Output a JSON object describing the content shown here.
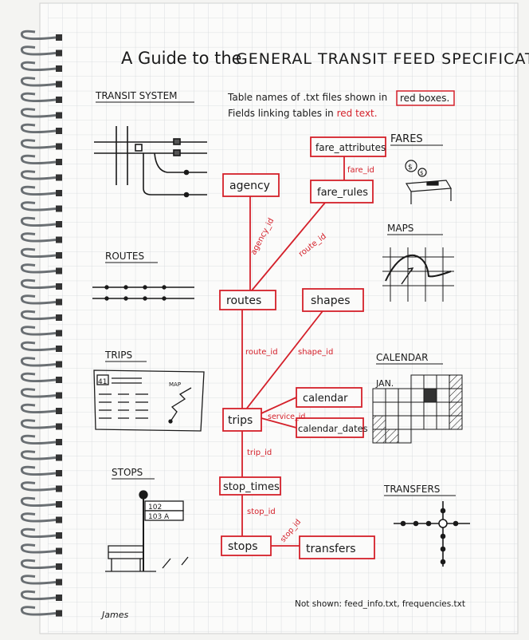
{
  "title": {
    "prefix": "A Guide to the",
    "main": "GENERAL TRANSIT FEED SPECIFICATION"
  },
  "legend": {
    "line1_before": "Table names of .txt files shown in",
    "line1_boxed": "red boxes.",
    "line2_before": "Fields linking tables in",
    "line2_red": "red text."
  },
  "sections": {
    "transit_system": "TRANSIT SYSTEM",
    "routes": "ROUTES",
    "trips": "TRIPS",
    "stops": "STOPS",
    "fares": "FARES",
    "maps": "MAPS",
    "calendar": "CALENDAR",
    "transfers": "TRANSFERS"
  },
  "tables": {
    "fare_attributes": "fare_attributes",
    "fare_rules": "fare_rules",
    "agency": "agency",
    "routes": "routes",
    "shapes": "shapes",
    "trips": "trips",
    "calendar": "calendar",
    "calendar_dates": "calendar_dates",
    "stop_times": "stop_times",
    "stops": "stops",
    "transfers": "transfers"
  },
  "links": {
    "fare_id": "fare_id",
    "agency_id": "agency_id",
    "route_id_fare": "route_id",
    "route_id_trips": "route_id",
    "shape_id": "shape_id",
    "service_id": "service_id",
    "trip_id": "trip_id",
    "stop_id": "stop_id",
    "stop_id_transfers": "stop_id"
  },
  "sketches": {
    "trip_route_number": "41",
    "trip_map_label": "MAP",
    "stop_sign_line1": "102",
    "stop_sign_line2": "103 A",
    "calendar_month": "JAN."
  },
  "footer": {
    "not_shown": "Not shown: feed_info.txt, frequencies.txt",
    "signature": "James"
  },
  "colors": {
    "ink": "#1a1a1a",
    "red": "#d4202a",
    "grid": "#d3d7da",
    "paper": "#fbfbfa"
  }
}
